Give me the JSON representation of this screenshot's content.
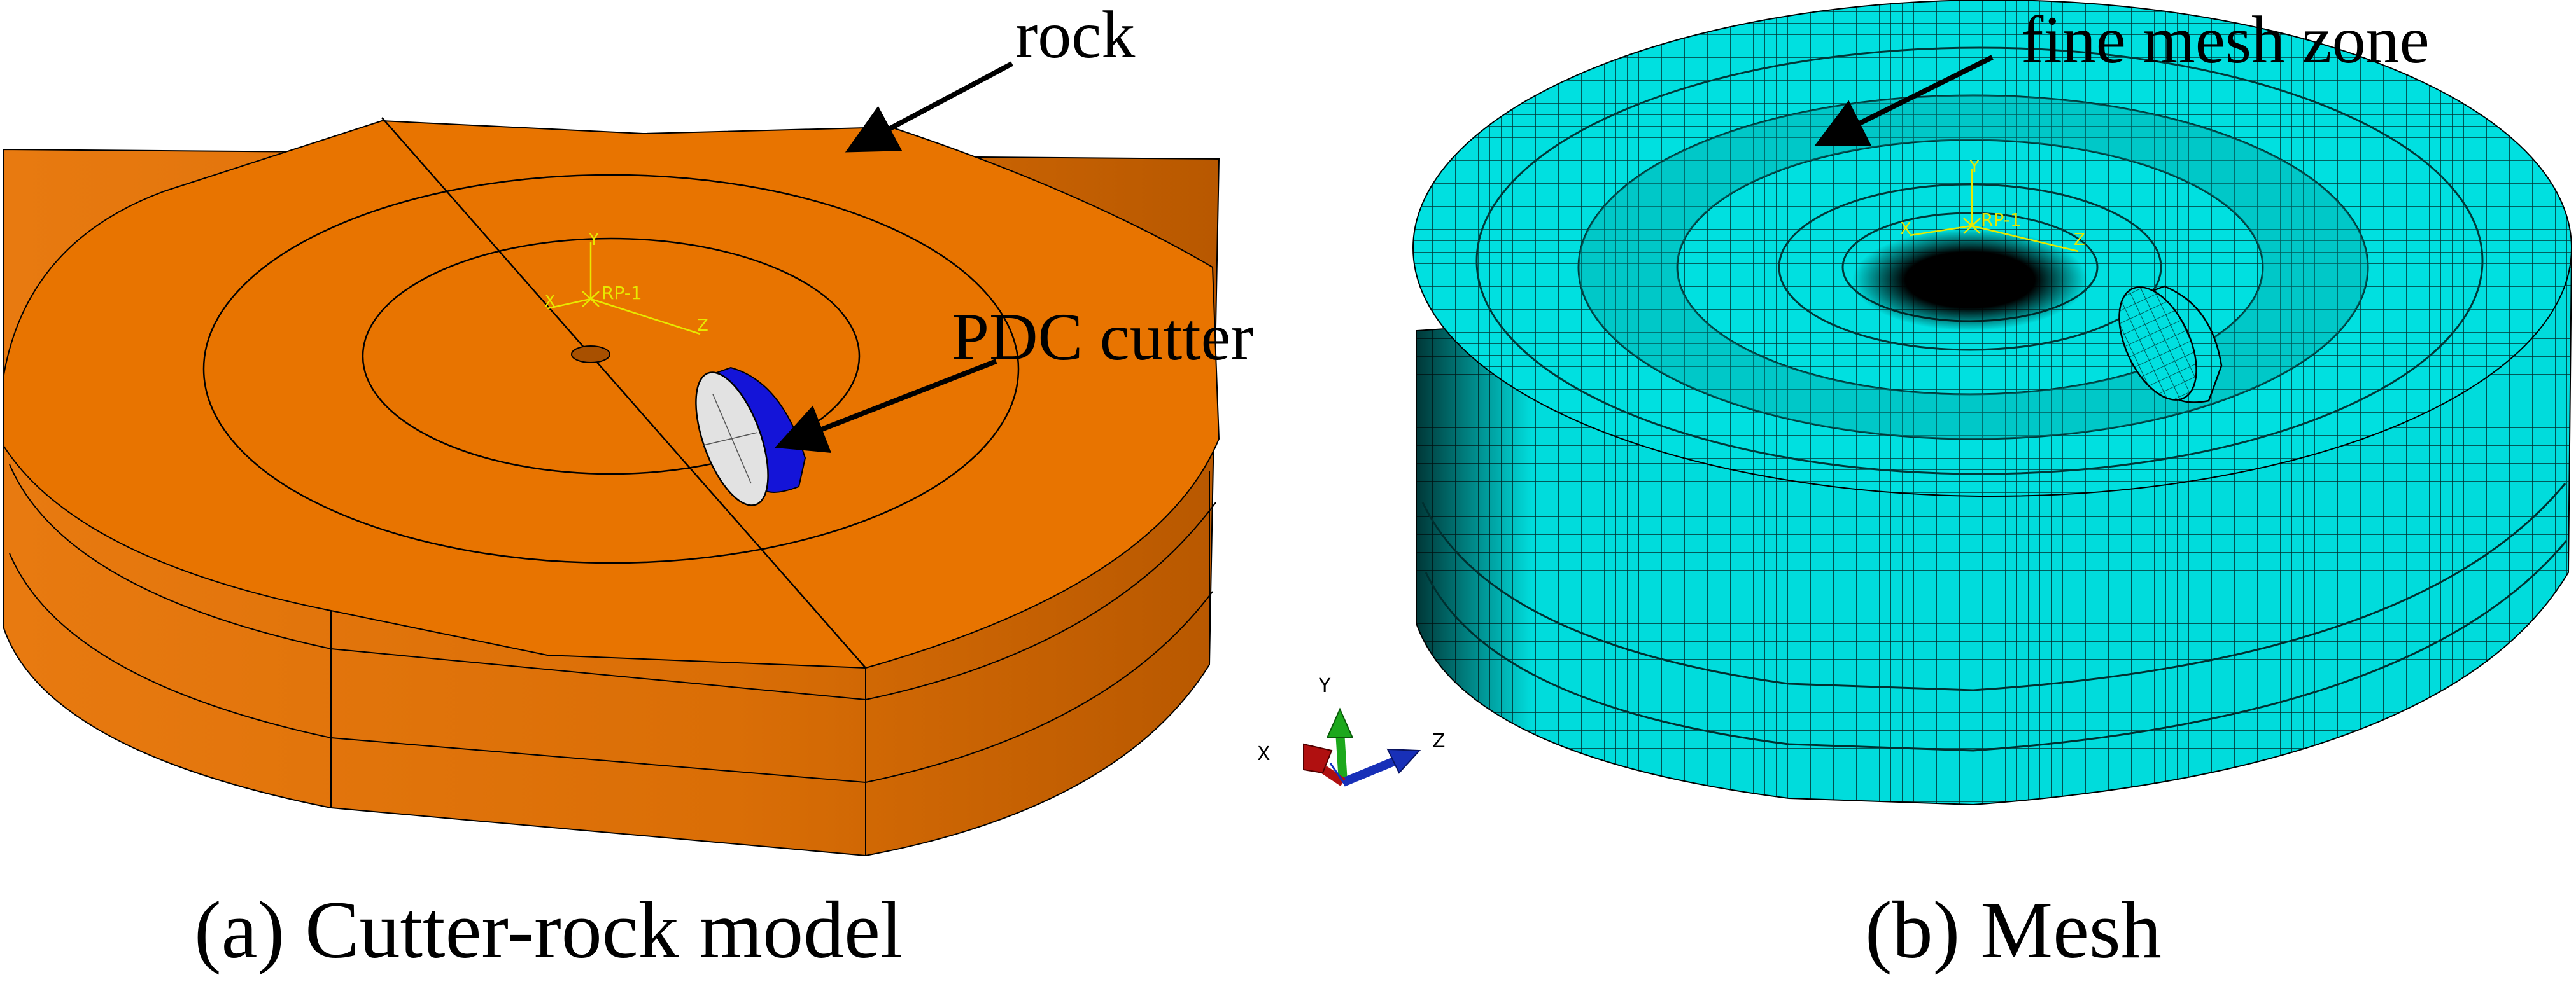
{
  "panels": [
    {
      "id": "a",
      "caption": "(a) Cutter-rock model",
      "annotations": [
        "rock",
        "PDC cutter"
      ],
      "reference_point": "RP-1",
      "local_axes": [
        "X",
        "Y",
        "Z"
      ]
    },
    {
      "id": "b",
      "caption": "(b) Mesh",
      "annotations": [
        "fine mesh zone"
      ],
      "reference_point": "RP-1",
      "local_axes": [
        "X",
        "Y",
        "Z"
      ]
    }
  ],
  "triad": {
    "x": "X",
    "y": "Y",
    "z": "Z"
  },
  "colors": {
    "rock": "#E87400",
    "rock_side": "#C86200",
    "cutter_blue": "#1414D8",
    "cutter_face": "#E2E2E2",
    "mesh": "#00E0E0",
    "mesh_line": "#003838",
    "ref_point": "#E8E800",
    "triad_x": "#B01010",
    "triad_y": "#1CA81C",
    "triad_z": "#1830B8"
  }
}
